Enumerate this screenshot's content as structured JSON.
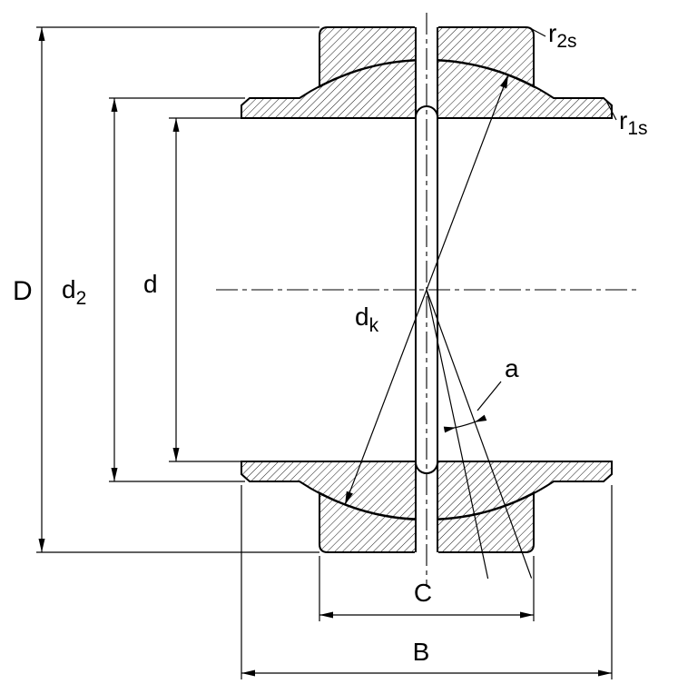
{
  "colors": {
    "line": "#000000",
    "background": "#ffffff"
  },
  "dims": {
    "D": {
      "base": "D"
    },
    "d2": {
      "base": "d",
      "sub": "2"
    },
    "d": {
      "base": "d"
    },
    "dk": {
      "base": "d",
      "sub": "k"
    },
    "a": {
      "base": "a"
    },
    "C": {
      "base": "C"
    },
    "B": {
      "base": "B"
    },
    "r2s": {
      "base": "r",
      "sub": "2",
      "tail": "s"
    },
    "r1s": {
      "base": "r",
      "sub": "1",
      "tail": "s"
    }
  }
}
